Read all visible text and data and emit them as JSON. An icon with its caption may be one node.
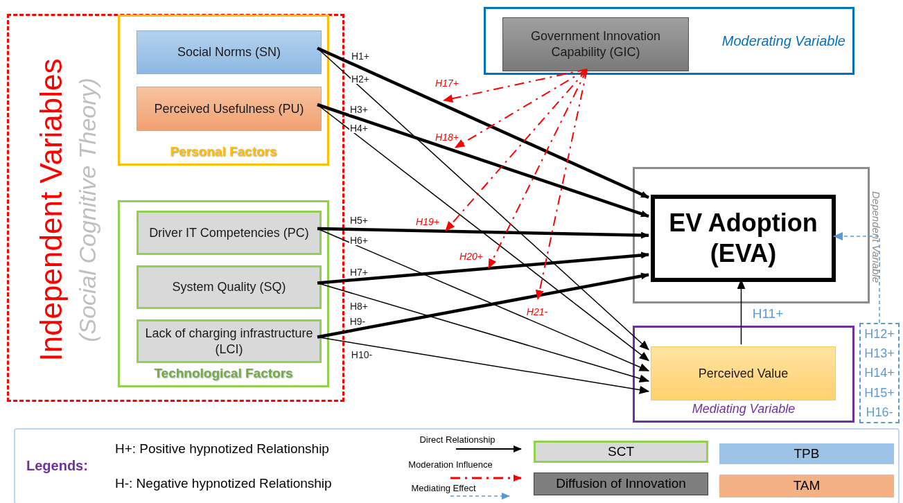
{
  "diagram": {
    "nodes": [
      {
        "text": [
          "Independent Variables",
          "(Social Cognitive Theory)"
        ]
      },
      {
        "text": [
          "Personal Factors"
        ],
        "in": 0
      },
      {
        "text": [
          "Social Norms (SN)"
        ],
        "in": 1
      },
      {
        "text": [
          "Perceived Usefulness (PU)"
        ],
        "in": 1
      },
      {
        "text": [
          "Technological Factors"
        ],
        "in": 0
      },
      {
        "text": [
          "Driver IT Competencies (PC)"
        ],
        "in": 4
      },
      {
        "text": [
          "System Quality (SQ)"
        ],
        "in": 4
      },
      {
        "text": [
          "Lack of charging infrastructure (LCI)"
        ],
        "in": 4
      },
      {
        "text": [
          "Moderating Variable"
        ]
      },
      {
        "text": [
          "Government Innovation Capability (GIC)"
        ],
        "in": 8
      },
      {
        "text": [
          "Dependent Variable"
        ]
      },
      {
        "text": [
          "EV Adoption (EVA)"
        ],
        "in": 10
      },
      {
        "text": [
          "Mediating Variable"
        ]
      },
      {
        "text": [
          "Perceived Value"
        ],
        "in": 12
      },
      {
        "text": [
          "H12+",
          "H13+",
          "H14+",
          "H15+",
          "H16-"
        ]
      }
    ],
    "edges": [
      {
        "from": 2,
        "to": 11,
        "arrow": "to",
        "label": "H1+",
        "style": "thick"
      },
      {
        "from": 2,
        "to": 13,
        "arrow": "to",
        "label": "H2+"
      },
      {
        "from": 3,
        "to": 11,
        "arrow": "to",
        "label": "H3+",
        "style": "thick"
      },
      {
        "from": 3,
        "to": 13,
        "arrow": "to",
        "label": "H4+"
      },
      {
        "from": 5,
        "to": 11,
        "arrow": "to",
        "label": "H5+",
        "style": "thick"
      },
      {
        "from": 5,
        "to": 13,
        "arrow": "to",
        "label": "H6+"
      },
      {
        "from": 6,
        "to": 11,
        "arrow": "to",
        "label": "H7+",
        "style": "thick"
      },
      {
        "from": 6,
        "to": 13,
        "arrow": "to",
        "label": "H8+"
      },
      {
        "from": 7,
        "to": 11,
        "arrow": "to",
        "label": "H9-",
        "style": "thick"
      },
      {
        "from": 7,
        "to": 13,
        "arrow": "to",
        "label": "H10-"
      },
      {
        "from": 13,
        "to": 11,
        "arrow": "to",
        "label": "H11+"
      },
      {
        "from": 14,
        "to": 11,
        "arrow": "to",
        "style": "dashed",
        "color": "#5b9bd5"
      },
      {
        "from": 9,
        "to": null,
        "arrow": "to",
        "label": "H17+",
        "style": "dashed",
        "color": "#ff0000"
      },
      {
        "from": 9,
        "to": null,
        "arrow": "to",
        "label": "H18+",
        "style": "dashed",
        "color": "#ff0000"
      },
      {
        "from": 9,
        "to": null,
        "arrow": "to",
        "label": "H19+",
        "style": "dashed",
        "color": "#ff0000"
      },
      {
        "from": 9,
        "to": null,
        "arrow": "to",
        "label": "H20+",
        "style": "dashed",
        "color": "#ff0000"
      },
      {
        "from": 9,
        "to": null,
        "arrow": "to",
        "label": "H21-",
        "style": "dashed",
        "color": "#ff0000"
      }
    ],
    "labels": [
      "Legends:",
      "H+: Positive hypnotized Relationship",
      "H-: Negative hypnotized Relationship"
    ],
    "legend": [
      {
        "text": "Direct Relationship"
      },
      {
        "text": "Moderation Influence"
      },
      {
        "text": "Mediating Effect"
      },
      {
        "text": "SCT",
        "color": "#d9d9d9"
      },
      {
        "text": "Diffusion of Innovation",
        "color": "#7f7f7f"
      },
      {
        "text": "TPB",
        "color": "#9dc3e6"
      },
      {
        "text": "TAM",
        "color": "#f4b183"
      }
    ]
  }
}
